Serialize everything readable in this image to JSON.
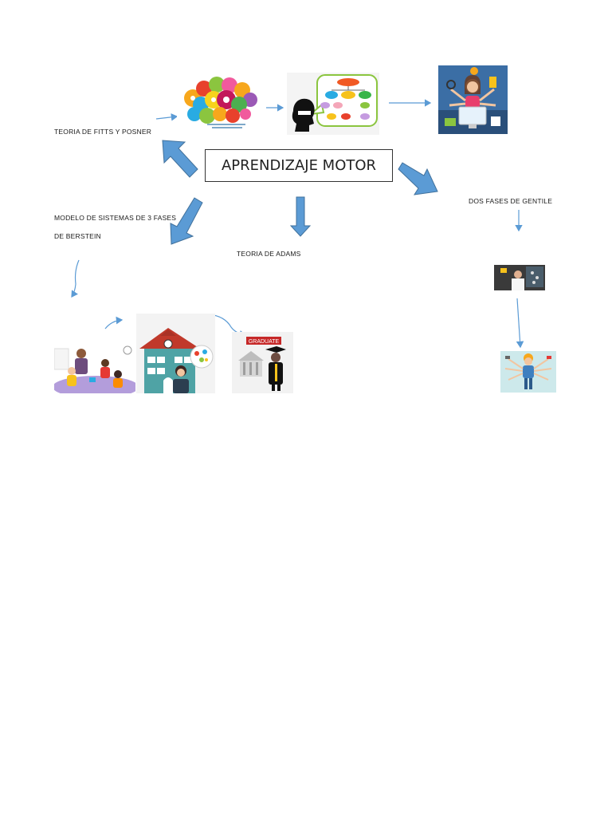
{
  "title": "APRENDIZAJE MOTOR",
  "labels": {
    "fitts": "TEORIA DE FITTS Y POSNER",
    "modelo_line1": "MODELO DE SISTEMAS DE 3 FASES",
    "modelo_line2": "DE BERSTEIN",
    "adams": "TEORIA DE ADAMS",
    "gentile": "DOS FASES DE GENTILE"
  },
  "icons": {
    "brain_gears": "brain-gears-illustration",
    "head_flowchart": "head-flowchart-illustration",
    "multitask_woman": "multitasking-woman-illustration",
    "children_play": "children-playing-illustration",
    "school": "school-building-illustration",
    "graduate": "graduate-illustration",
    "teacher": "teacher-photo",
    "multiarm_worker": "multi-arm-worker-illustration"
  },
  "image_text": {
    "graduate_banner": "GRADUATE"
  },
  "colors": {
    "arrow_fill": "#5b9bd5",
    "arrow_stroke": "#41719c",
    "thin_arrow": "#5b9bd5"
  }
}
